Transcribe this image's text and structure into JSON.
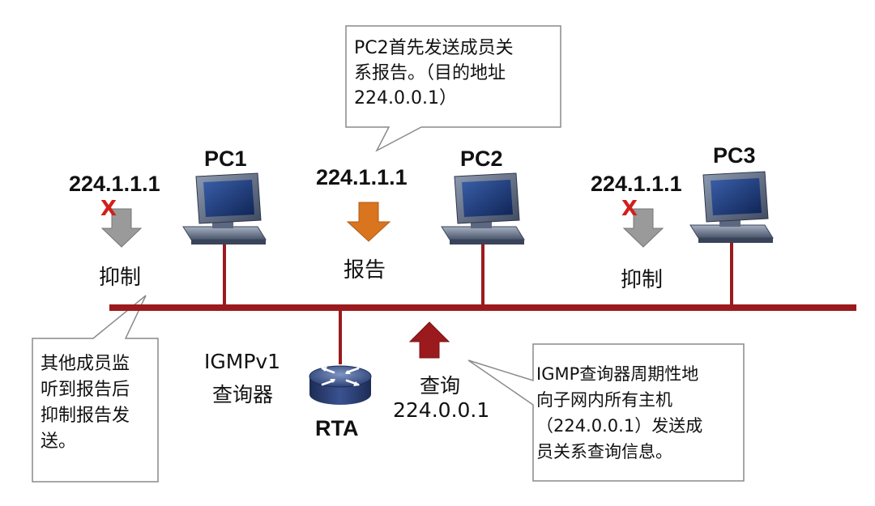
{
  "callouts": {
    "top": [
      "PC2首先发送成员关",
      "系报告。（目的地址",
      "224.0.0.1）"
    ],
    "left": [
      "其他成员监",
      "听到报告后",
      "抑制报告发",
      "送。"
    ],
    "right": [
      "IGMP查询器周期性地",
      "向子网内所有主机",
      "（224.0.0.1）发送成",
      "员关系查询信息。"
    ]
  },
  "hosts": {
    "pc1": {
      "name": "PC1",
      "group": "224.1.1.1",
      "action": "抑制",
      "mark": "X"
    },
    "pc2": {
      "name": "PC2",
      "group": "224.1.1.1",
      "action": "报告"
    },
    "pc3": {
      "name": "PC3",
      "group": "224.1.1.1",
      "action": "抑制",
      "mark": "X"
    }
  },
  "router": {
    "name": "RTA",
    "role": [
      "IGMPv1",
      "查询器"
    ]
  },
  "query": {
    "label": "查询",
    "address": "224.0.0.1"
  },
  "colors": {
    "bus": "#9b1a1d",
    "suppress_arrow": "#9a9a9a",
    "report_arrow": "#d9741f",
    "query_arrow": "#9b1a1d",
    "x_mark": "#d0201c",
    "callout_border": "#8a8a8a"
  }
}
